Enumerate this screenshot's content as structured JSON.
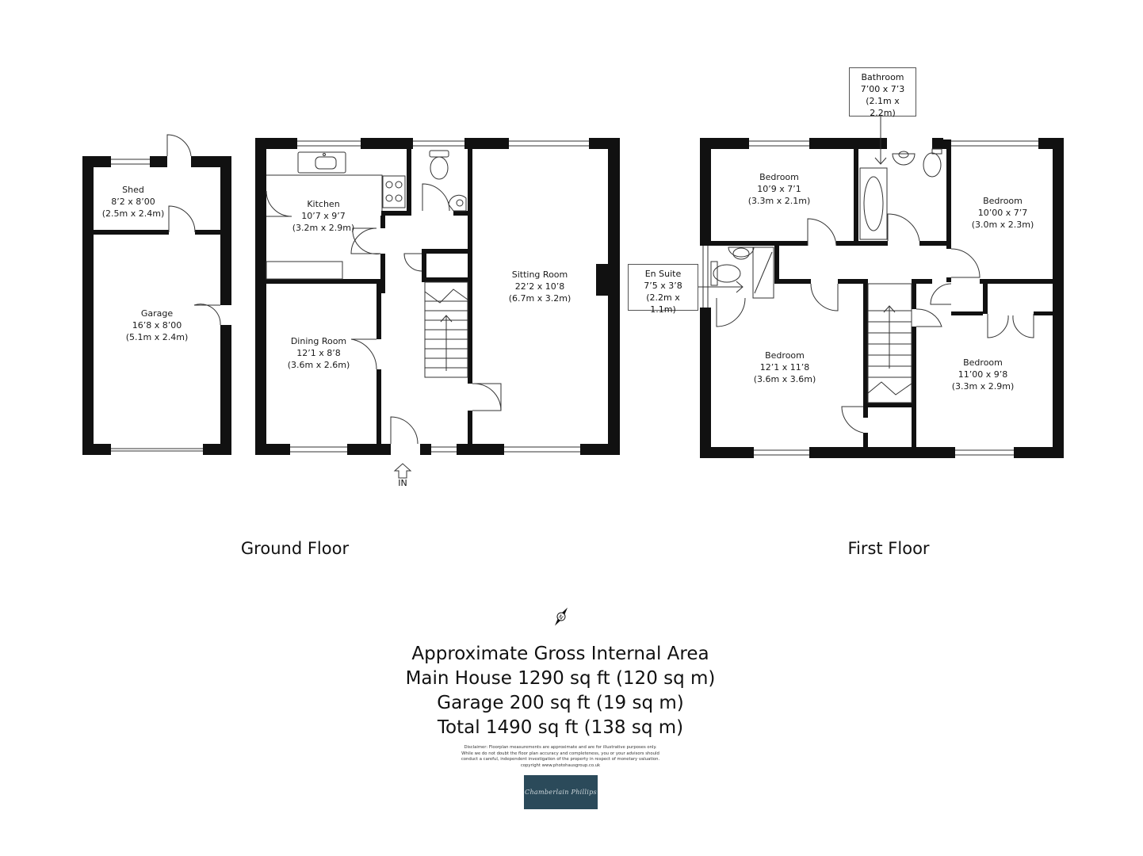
{
  "colors": {
    "wall": "#111111",
    "fixture": "#333333",
    "logo_bg": "#2b4a5a"
  },
  "ground_floor": {
    "title": "Ground Floor",
    "entrance_label": "IN",
    "rooms": [
      {
        "id": "shed",
        "name": "Shed",
        "imperial": "8’2 x 8’00",
        "metric": "(2.5m x 2.4m)"
      },
      {
        "id": "garage",
        "name": "Garage",
        "imperial": "16’8 x 8’00",
        "metric": "(5.1m x 2.4m)"
      },
      {
        "id": "kitchen",
        "name": "Kitchen",
        "imperial": "10’7 x 9’7",
        "metric": "(3.2m x 2.9m)"
      },
      {
        "id": "dining",
        "name": "Dining Room",
        "imperial": "12’1 x 8’8",
        "metric": "(3.6m x 2.6m)"
      },
      {
        "id": "sitting",
        "name": "Sitting Room",
        "imperial": "22’2 x 10’8",
        "metric": "(6.7m x 3.2m)"
      }
    ]
  },
  "first_floor": {
    "title": "First Floor",
    "rooms": [
      {
        "id": "bed1",
        "name": "Bedroom",
        "imperial": "10’9 x 7’1",
        "metric": "(3.3m x 2.1m)"
      },
      {
        "id": "bed2",
        "name": "Bedroom",
        "imperial": "10’00 x 7’7",
        "metric": "(3.0m x 2.3m)"
      },
      {
        "id": "bed3",
        "name": "Bedroom",
        "imperial": "12’1 x 11’8",
        "metric": "(3.6m x 3.6m)"
      },
      {
        "id": "bed4",
        "name": "Bedroom",
        "imperial": "11’00 x 9’8",
        "metric": "(3.3m x 2.9m)"
      }
    ],
    "callouts": {
      "bathroom": {
        "name": "Bathroom",
        "imperial": "7’00 x 7’3",
        "metric": "(2.1m x 2.2m)"
      },
      "ensuite": {
        "name": "En Suite",
        "imperial": "7’5 x 3’8",
        "metric": "(2.2m x 1.1m)"
      }
    }
  },
  "area": {
    "heading": "Approximate Gross Internal Area",
    "main_house": "Main House 1290 sq ft  (120 sq m)",
    "garage": "Garage 200 sq ft (19 sq m)",
    "total": "Total 1490 sq ft (138 sq m)"
  },
  "disclaimer": {
    "line1": "Disclaimer: Floorplan measurements are approximate and are for illustrative purposes only.",
    "line2": "While we do not doubt the floor plan accuracy and completeness, you or your advisors should",
    "line3": "conduct a careful, independent investigation of the property in respect of monetary valuation.",
    "line4": "copyright www.photohausgroup.co.uk"
  },
  "logo": {
    "text": "Chamberlain Phillips",
    "icon": "agency-logo-icon"
  },
  "compass": {
    "label": "N",
    "icon": "north-arrow-icon"
  }
}
